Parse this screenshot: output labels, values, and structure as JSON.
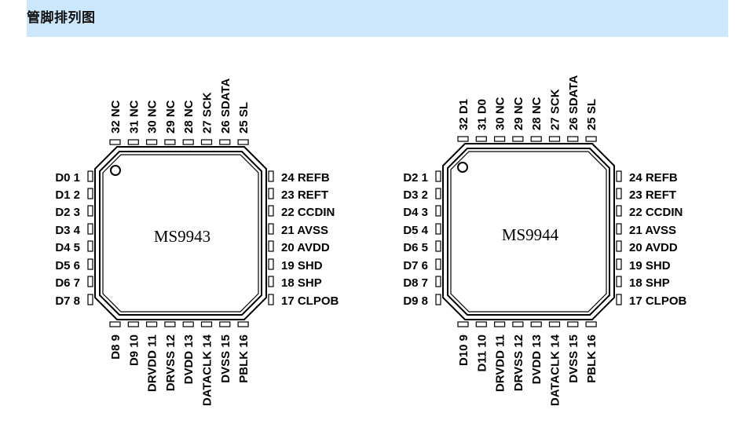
{
  "header": {
    "title": "管脚排列图"
  },
  "chips": [
    {
      "name": "MS9943",
      "pins": {
        "left": [
          {
            "num": "1",
            "label": "D0"
          },
          {
            "num": "2",
            "label": "D1"
          },
          {
            "num": "3",
            "label": "D2"
          },
          {
            "num": "4",
            "label": "D3"
          },
          {
            "num": "5",
            "label": "D4"
          },
          {
            "num": "6",
            "label": "D5"
          },
          {
            "num": "7",
            "label": "D6"
          },
          {
            "num": "8",
            "label": "D7"
          }
        ],
        "bottom": [
          {
            "num": "9",
            "label": "D8"
          },
          {
            "num": "10",
            "label": "D9"
          },
          {
            "num": "11",
            "label": "DRVDD"
          },
          {
            "num": "12",
            "label": "DRVSS"
          },
          {
            "num": "13",
            "label": "DVDD"
          },
          {
            "num": "14",
            "label": "DATACLK"
          },
          {
            "num": "15",
            "label": "DVSS"
          },
          {
            "num": "16",
            "label": "PBLK"
          }
        ],
        "right": [
          {
            "num": "24",
            "label": "REFB"
          },
          {
            "num": "23",
            "label": "REFT"
          },
          {
            "num": "22",
            "label": "CCDIN"
          },
          {
            "num": "21",
            "label": "AVSS"
          },
          {
            "num": "20",
            "label": "AVDD"
          },
          {
            "num": "19",
            "label": "SHD"
          },
          {
            "num": "18",
            "label": "SHP"
          },
          {
            "num": "17",
            "label": "CLPOB"
          }
        ],
        "top": [
          {
            "num": "32",
            "label": "NC"
          },
          {
            "num": "31",
            "label": "NC"
          },
          {
            "num": "30",
            "label": "NC"
          },
          {
            "num": "29",
            "label": "NC"
          },
          {
            "num": "28",
            "label": "NC"
          },
          {
            "num": "27",
            "label": "SCK"
          },
          {
            "num": "26",
            "label": "SDATA"
          },
          {
            "num": "25",
            "label": "SL"
          }
        ]
      }
    },
    {
      "name": "MS9944",
      "pins": {
        "left": [
          {
            "num": "1",
            "label": "D2"
          },
          {
            "num": "2",
            "label": "D3"
          },
          {
            "num": "3",
            "label": "D4"
          },
          {
            "num": "4",
            "label": "D5"
          },
          {
            "num": "5",
            "label": "D6"
          },
          {
            "num": "6",
            "label": "D7"
          },
          {
            "num": "7",
            "label": "D8"
          },
          {
            "num": "8",
            "label": "D9"
          }
        ],
        "bottom": [
          {
            "num": "9",
            "label": "D10"
          },
          {
            "num": "10",
            "label": "D11"
          },
          {
            "num": "11",
            "label": "DRVDD"
          },
          {
            "num": "12",
            "label": "DRVSS"
          },
          {
            "num": "13",
            "label": "DVDD"
          },
          {
            "num": "14",
            "label": "DATACLK"
          },
          {
            "num": "15",
            "label": "DVSS"
          },
          {
            "num": "16",
            "label": "PBLK"
          }
        ],
        "right": [
          {
            "num": "24",
            "label": "REFB"
          },
          {
            "num": "23",
            "label": "REFT"
          },
          {
            "num": "22",
            "label": "CCDIN"
          },
          {
            "num": "21",
            "label": "AVSS"
          },
          {
            "num": "20",
            "label": "AVDD"
          },
          {
            "num": "19",
            "label": "SHD"
          },
          {
            "num": "18",
            "label": "SHP"
          },
          {
            "num": "17",
            "label": "CLPOB"
          }
        ],
        "top": [
          {
            "num": "32",
            "label": "D1"
          },
          {
            "num": "31",
            "label": "D0"
          },
          {
            "num": "30",
            "label": "NC"
          },
          {
            "num": "29",
            "label": "NC"
          },
          {
            "num": "28",
            "label": "NC"
          },
          {
            "num": "27",
            "label": "SCK"
          },
          {
            "num": "26",
            "label": "SDATA"
          },
          {
            "num": "25",
            "label": "SL"
          }
        ]
      }
    }
  ]
}
